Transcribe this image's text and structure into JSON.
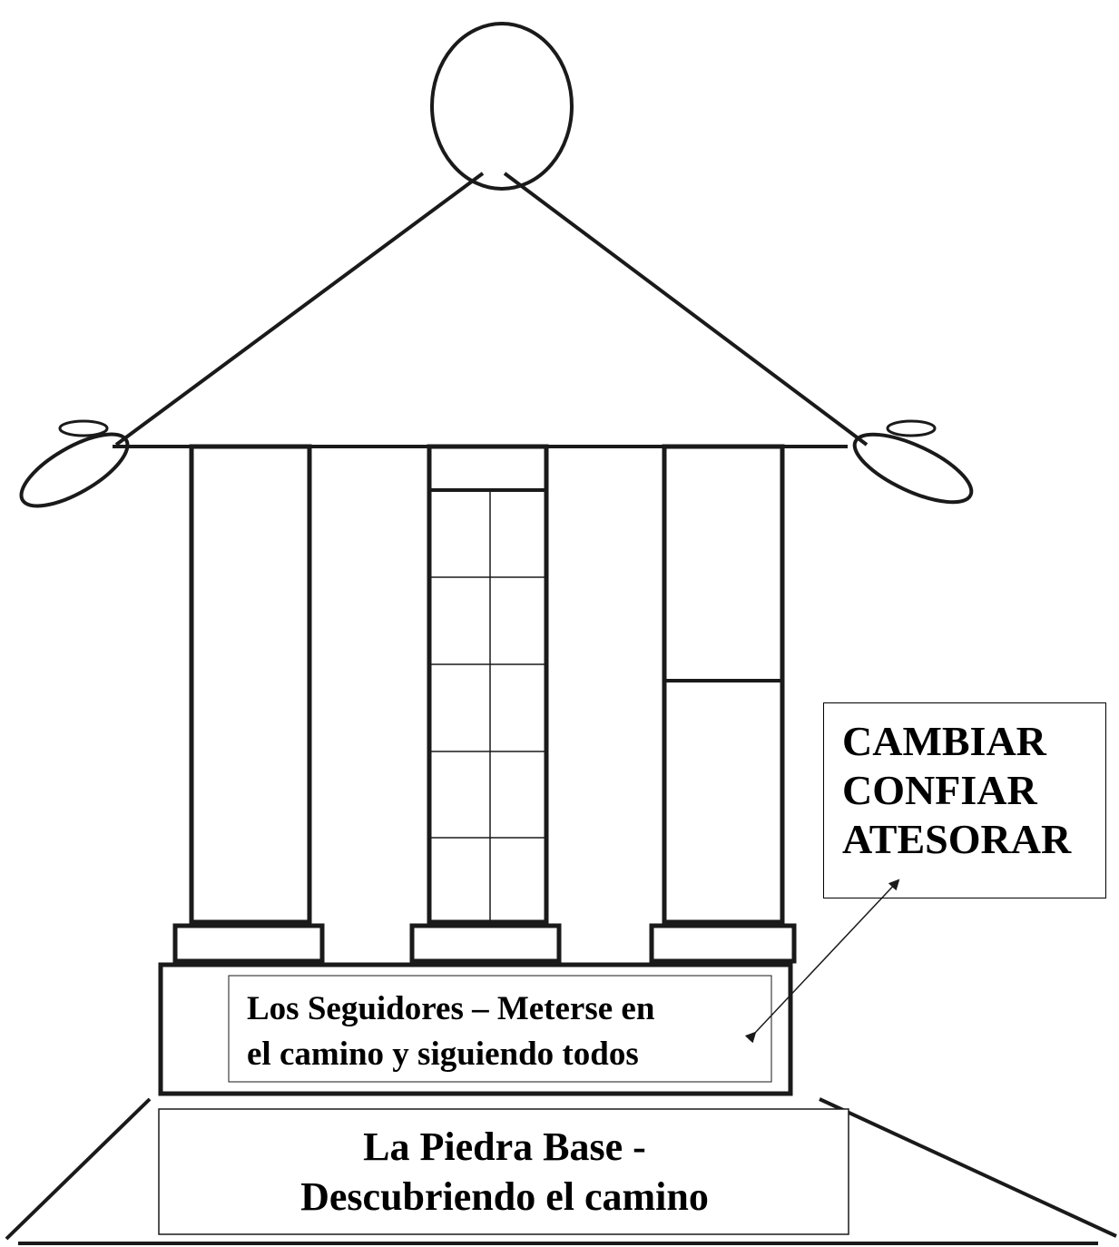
{
  "diagram": {
    "verbs_box": {
      "lines": [
        "CAMBIAR",
        "CONFIAR",
        "ATESORAR"
      ]
    },
    "followers_box": {
      "lines": [
        "Los Seguidores – Meterse en",
        "el camino y siguiendo todos"
      ]
    },
    "foundation_box": {
      "lines": [
        "La Piedra Base -",
        "Descubriendo el camino"
      ]
    },
    "colors": {
      "stroke": "#1a1a1a",
      "background": "#ffffff"
    }
  }
}
